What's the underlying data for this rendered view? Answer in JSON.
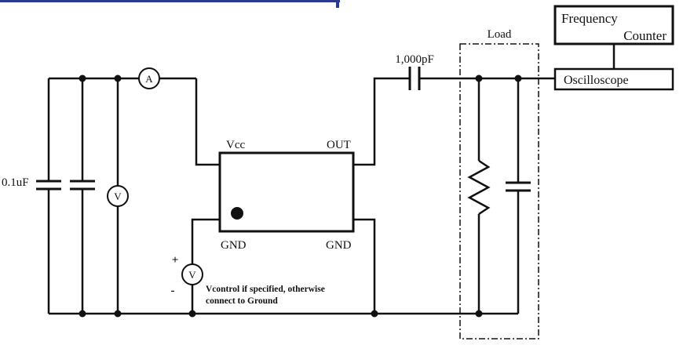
{
  "colors": {
    "wire": "#111111",
    "accent_blue": "#2b3a8f"
  },
  "diagram": {
    "bypass_cap_label": "0.1uF",
    "series_cap_label": "1,000pF",
    "load_label": "Load",
    "pin_labels": {
      "vcc": "Vcc",
      "out": "OUT",
      "gnd_left": "GND",
      "gnd_right": "GND"
    },
    "meters": {
      "ammeter": "A",
      "supply_voltmeter": "V",
      "control_voltmeter": "V"
    },
    "polarity": {
      "plus": "+",
      "minus": "-"
    },
    "note_line1": "Vcontrol if specified, otherwise",
    "note_line2": "connect to Ground",
    "instruments": {
      "frequency_counter_line1": "Frequency",
      "frequency_counter_line2": "Counter",
      "oscilloscope": "Oscilloscope"
    }
  }
}
